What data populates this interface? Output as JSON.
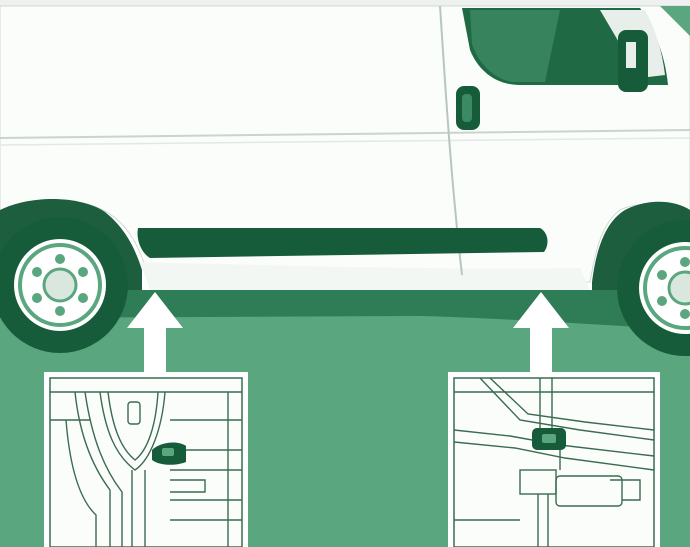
{
  "colors": {
    "green": "#5aa67f",
    "dark_green": "#175c3a",
    "mid_green": "#2f7d56",
    "body_white": "#fbfdfb",
    "top_band": "#eef1ef",
    "line": "#3b6b52"
  },
  "icons": {
    "vehicle": "van-side-view",
    "jack_points": "up-arrow",
    "inset_left": "front-jacking-point-detail",
    "inset_right": "rear-jacking-point-detail"
  }
}
